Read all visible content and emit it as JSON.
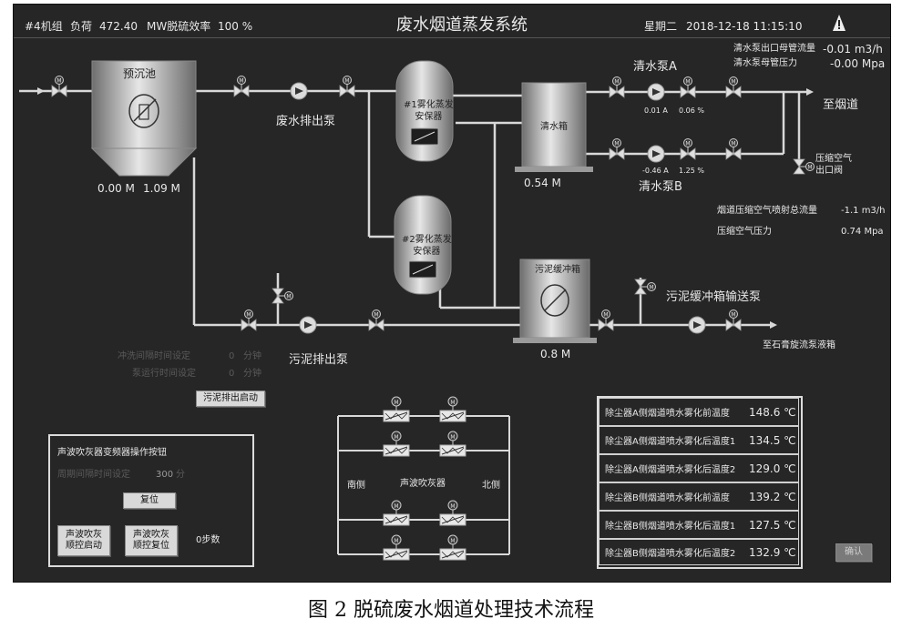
{
  "header": {
    "unit": "#4机组",
    "load_label": "负荷",
    "load_value": "472.40",
    "eff_label": "MW脱硫效率",
    "eff_value": "100 %",
    "title": "废水烟道蒸发系统",
    "weekday": "星期二",
    "datetime": "2018-12-18 11:15:10"
  },
  "readouts": {
    "clear_flow_label": "清水泵出口母管流量",
    "clear_flow_value": "-0.01 m3/h",
    "clear_press_label": "清水泵母管压力",
    "clear_press_value": "-0.00 Mpa",
    "flue_air_flow_label": "烟道压缩空气喷射总流量",
    "flue_air_flow_value": "-1.1 m3/h",
    "air_press_label": "压缩空气压力",
    "air_press_value": "0.74 Mpa"
  },
  "process": {
    "presettle_tank": "预沉池",
    "presettle_level_a": "0.00 M",
    "presettle_level_b": "1.09 M",
    "waste_pump": "废水排出泵",
    "evap1": "#1雾化蒸发\n安保器",
    "evap2": "#2雾化蒸发\n安保器",
    "clear_tank": "清水箱",
    "clear_tank_level": "0.54 M",
    "pump_a": "清水泵A",
    "pump_a_current": "0.01 A",
    "pump_a_valve_pct": "0.06 %",
    "pump_b": "清水泵B",
    "pump_b_current": "-0.46 A",
    "pump_b_valve_pct": "1.25 %",
    "to_flue": "至烟道",
    "air_valve": "压缩空气\n出口阀",
    "sludge_buffer_tank": "污泥缓冲箱",
    "sludge_buffer_level": "0.8 M",
    "sludge_pump": "污泥排出泵",
    "sludge_transfer_pump": "污泥缓冲箱输送泵",
    "to_gypsum": "至石膏旋流泵液箱"
  },
  "sludge_settings": {
    "flush_interval_label": "冲洗间隔时间设定",
    "flush_interval_value": "0",
    "flush_interval_unit": "分钟",
    "pump_run_label": "泵运行时间设定",
    "pump_run_value": "0",
    "pump_run_unit": "分钟",
    "start_button": "污泥排出启动"
  },
  "soot_panel": {
    "title": "声波吹灰器变频器操作按钮",
    "cycle_label": "周期间隔时间设定",
    "cycle_value": "300",
    "cycle_unit": "分",
    "reset_button": "复位",
    "seq_start_button": "声波吹灰\n顺控启动",
    "seq_reset_button": "声波吹灰\n顺控复位",
    "step_text": "0步数"
  },
  "soot_blowers": {
    "south": "南侧",
    "center": "声波吹灰器",
    "north": "北侧"
  },
  "temps": [
    {
      "label": "除尘器A侧烟道喷水雾化前温度",
      "value": "148.6 ℃"
    },
    {
      "label": "除尘器A侧烟道喷水雾化后温度1",
      "value": "134.5 ℃"
    },
    {
      "label": "除尘器A侧烟道喷水雾化后温度2",
      "value": "129.0 ℃"
    },
    {
      "label": "除尘器B侧烟道喷水雾化前温度",
      "value": "139.2 ℃"
    },
    {
      "label": "除尘器B侧烟道喷水雾化后温度1",
      "value": "127.5 ℃"
    },
    {
      "label": "除尘器B侧烟道喷水雾化后温度2",
      "value": "132.9 ℃"
    }
  ],
  "confirm_button": "确认",
  "caption": "图 2 脱硫废水烟道处理技术流程",
  "colors": {
    "background": "#262626",
    "pipe": "#d8d8d8",
    "text": "#e8e8e8",
    "button": "#d9d9d9"
  },
  "icons": [
    "warning-icon",
    "valve-icon",
    "motor-valve-icon",
    "pump-icon",
    "soot-blower-icon",
    "tank-icon"
  ]
}
